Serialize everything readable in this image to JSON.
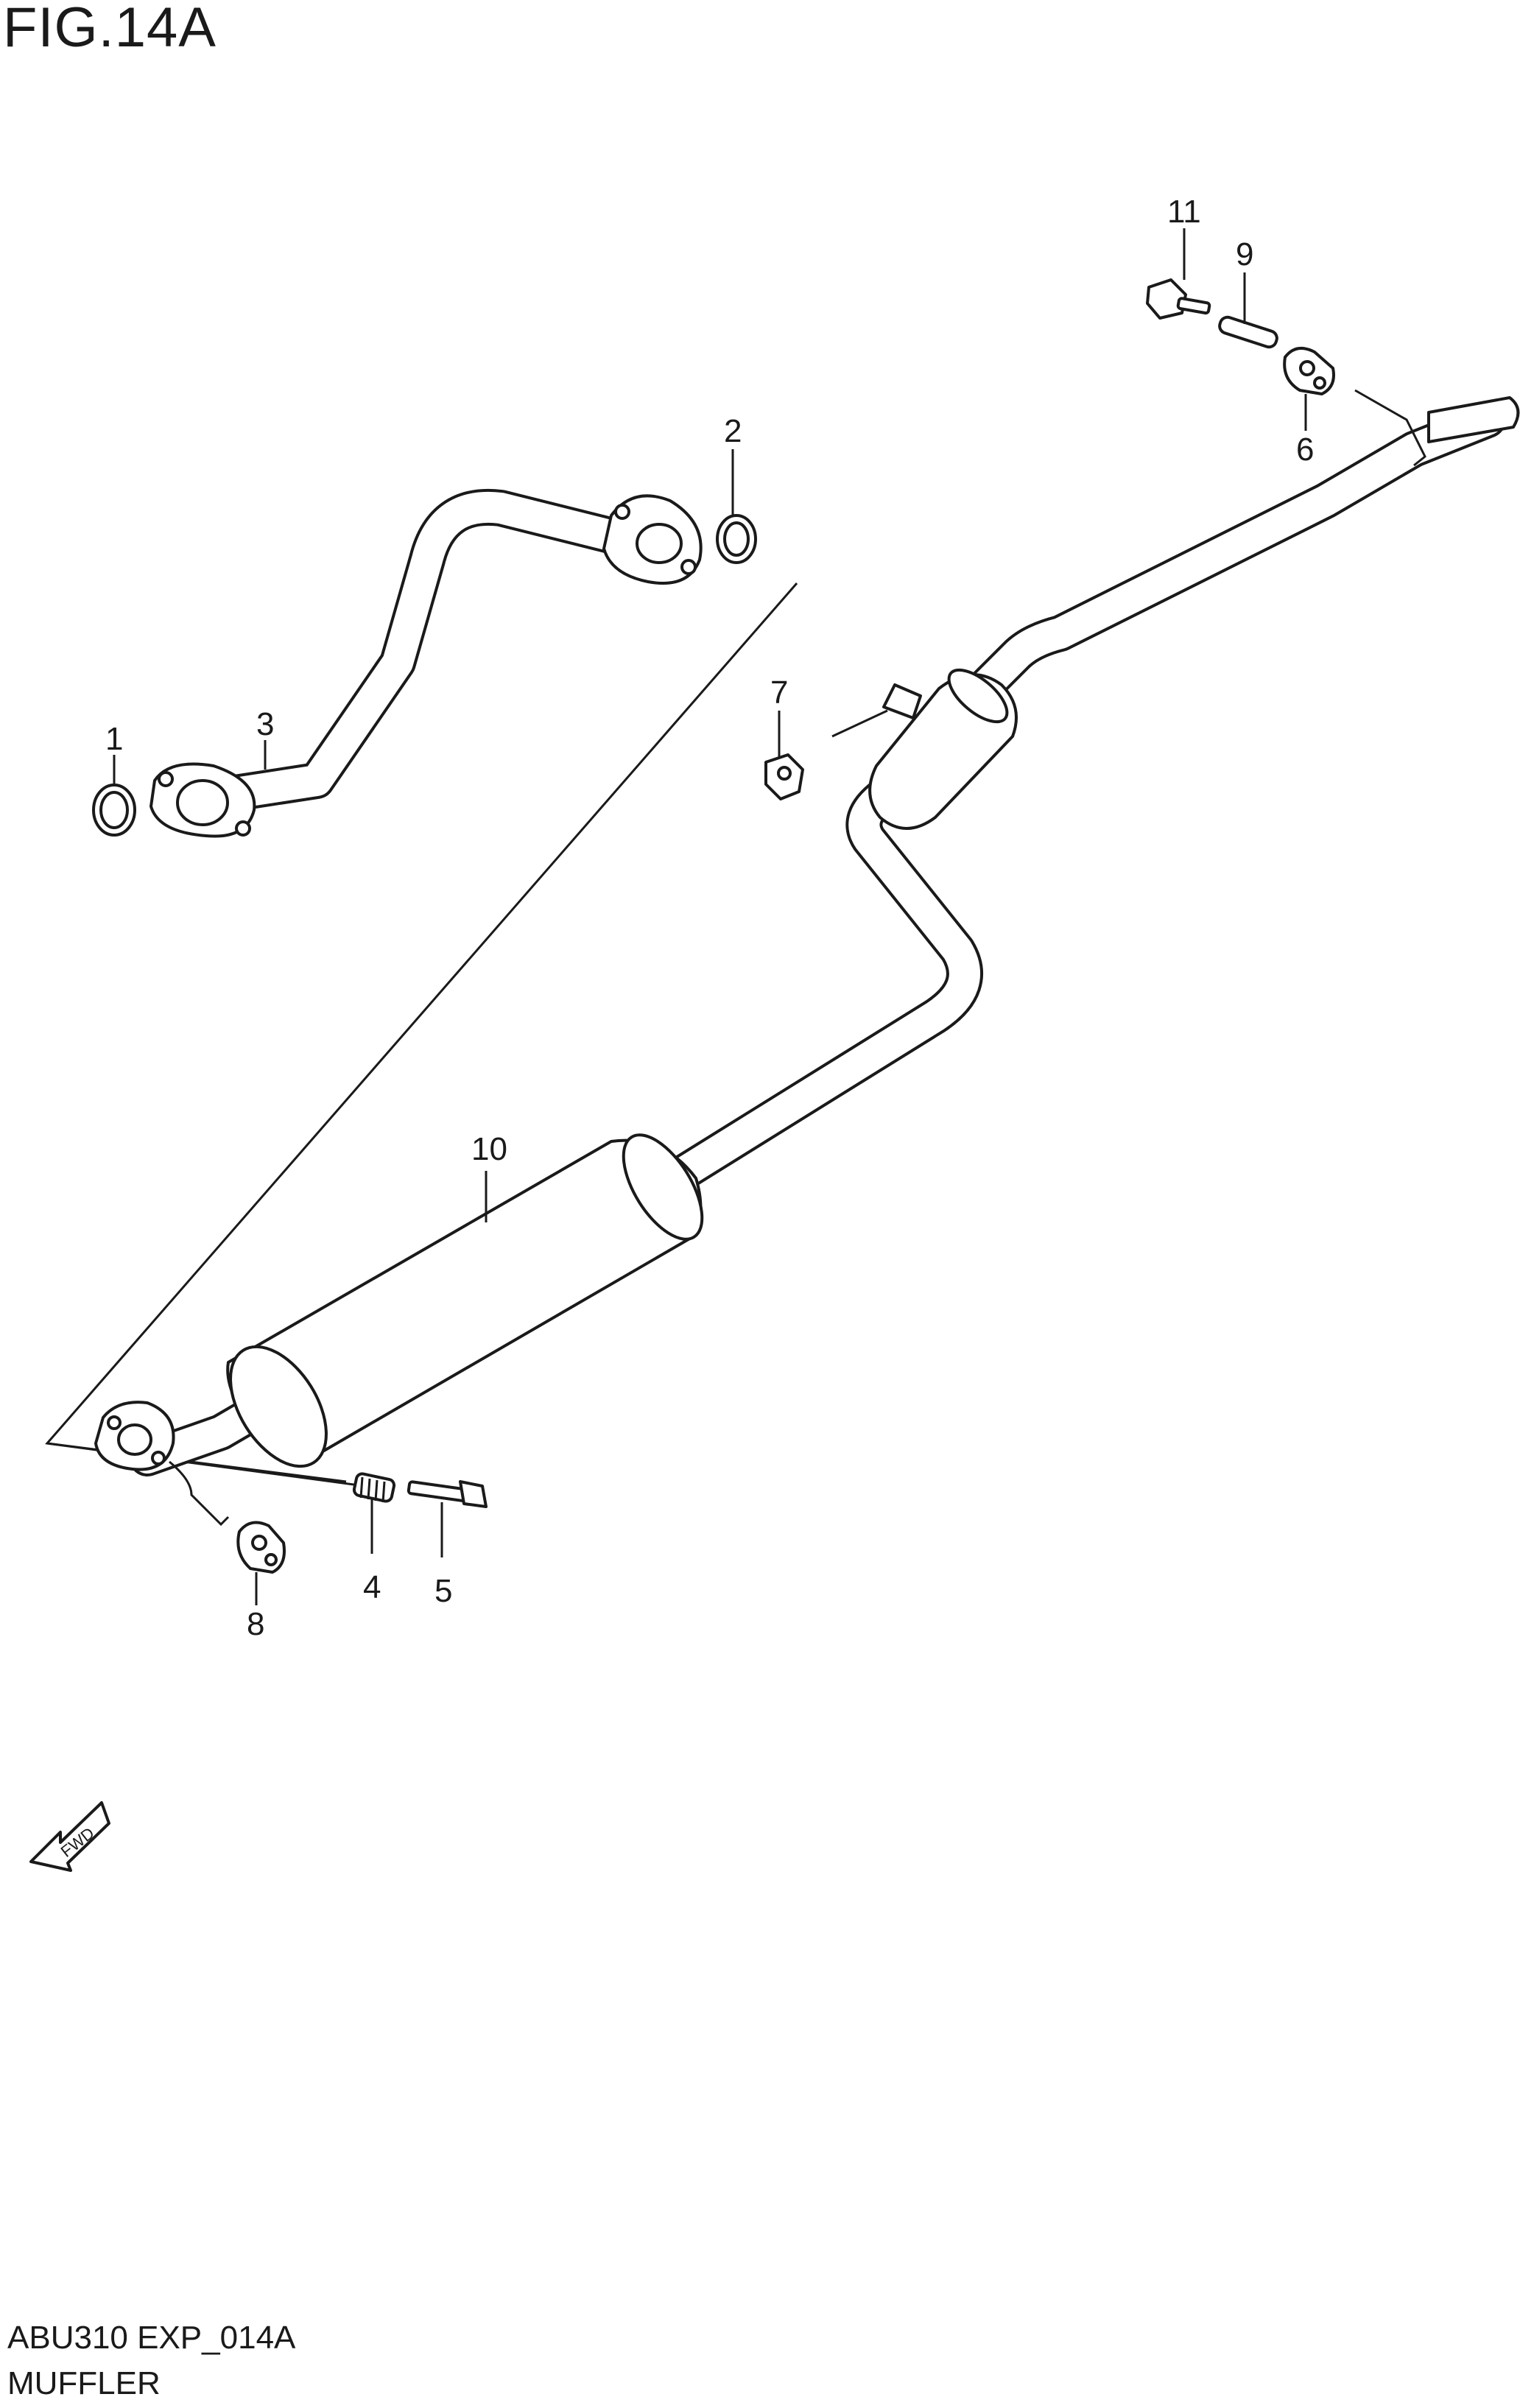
{
  "header": {
    "title": "FIG.14A"
  },
  "callouts": [
    {
      "id": "1",
      "label": "1"
    },
    {
      "id": "2",
      "label": "2"
    },
    {
      "id": "3",
      "label": "3"
    },
    {
      "id": "4",
      "label": "4"
    },
    {
      "id": "5",
      "label": "5"
    },
    {
      "id": "6",
      "label": "6"
    },
    {
      "id": "7",
      "label": "7"
    },
    {
      "id": "8",
      "label": "8"
    },
    {
      "id": "9",
      "label": "9"
    },
    {
      "id": "10",
      "label": "10"
    },
    {
      "id": "11",
      "label": "11"
    }
  ],
  "fwd_arrow": {
    "label": "FWD",
    "icon": "fwd-arrow-icon"
  },
  "footer": {
    "code": "ABU310 EXP_014A",
    "name": "MUFFLER"
  }
}
